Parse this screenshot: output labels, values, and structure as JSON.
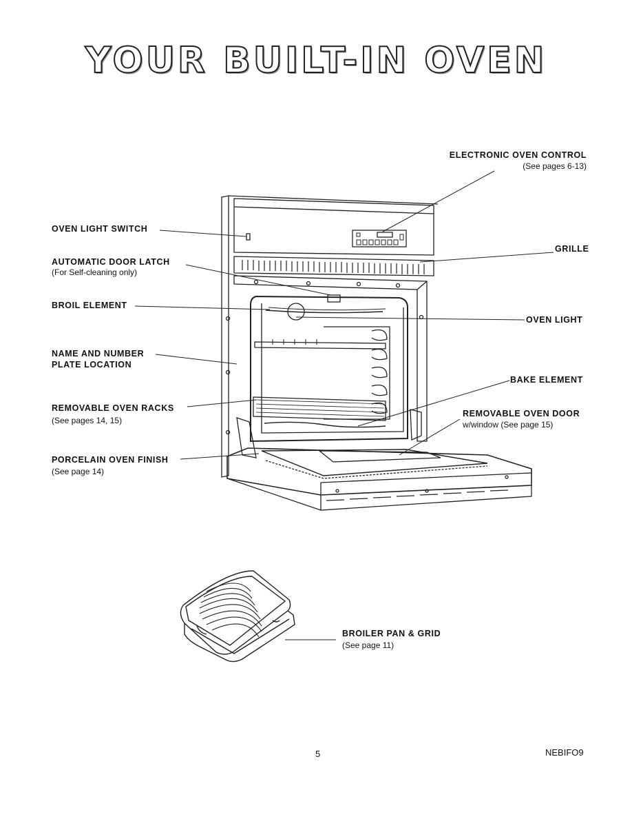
{
  "title": "YOUR BUILT-IN OVEN",
  "labels": {
    "electronic_oven_control": "ELECTRONIC OVEN CONTROL",
    "electronic_oven_control_ref": "(See pages  6-13)",
    "oven_light_switch": "OVEN LIGHT SWITCH",
    "grille": "GRILLE",
    "automatic_door_latch": "AUTOMATIC DOOR LATCH",
    "automatic_door_latch_note": "(For Self-cleaning only)",
    "broil_element": "BROIL ELEMENT",
    "oven_light": "OVEN LIGHT",
    "name_number_plate_1": "NAME AND NUMBER",
    "name_number_plate_2": "PLATE LOCATION",
    "bake_element": "BAKE ELEMENT",
    "removable_oven_racks": "REMOVABLE OVEN RACKS",
    "removable_oven_racks_ref": "(See pages 14, 15)",
    "removable_oven_door": "REMOVABLE OVEN DOOR",
    "removable_oven_door_ref": "w/window (See page 15)",
    "porcelain_oven_finish": "PORCELAIN OVEN FINISH",
    "porcelain_oven_finish_ref": "(See page 14)",
    "broiler_pan_grid": "BROILER PAN & GRID",
    "broiler_pan_grid_ref": "(See page 11)"
  },
  "footer": {
    "page_number": "5",
    "doc_code": "NEBIFO9"
  }
}
